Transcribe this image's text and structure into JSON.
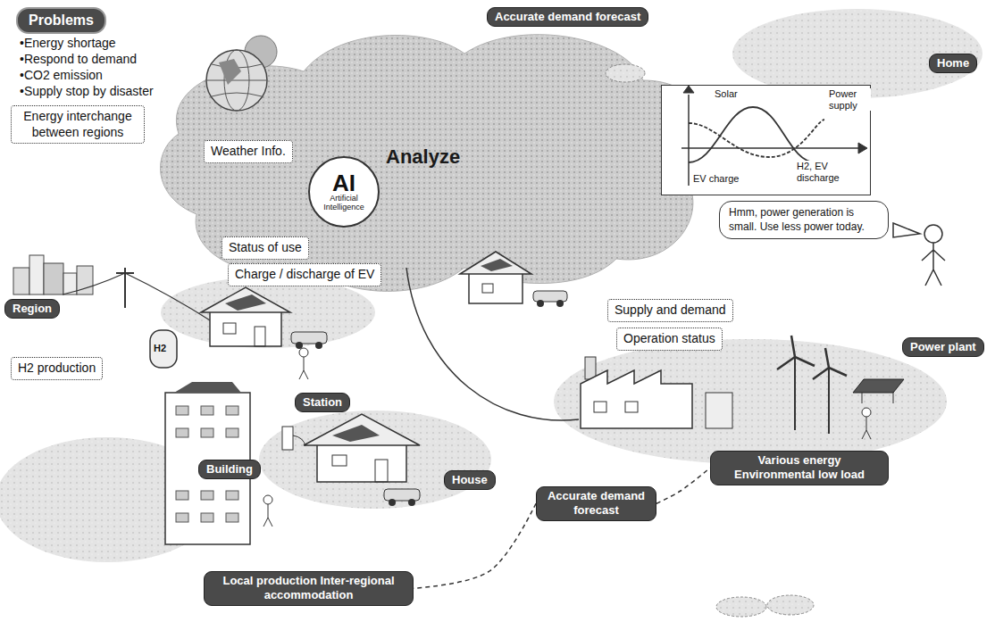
{
  "diagram": {
    "nodes": [
      {
        "text": [
          "Problems"
        ]
      },
      {
        "text": [
          "Weather Info."
        ]
      },
      {
        "text": [
          "Accurate demand forecast"
        ]
      },
      {
        "text": [
          "Home"
        ]
      },
      {
        "text": [
          "Solar",
          "Power supply",
          "EV charge",
          "H2, EV discharge"
        ]
      },
      {
        "text": [
          "AI",
          "Artificial Intelligence"
        ]
      },
      {
        "text": [
          "Energy interchange between regions"
        ]
      },
      {
        "text": [
          "Status of use"
        ]
      },
      {
        "text": [
          "Charge / discharge of EV"
        ]
      },
      {
        "text": [
          "Hmm, power generation is small. Use less power today."
        ]
      },
      {
        "text": [
          "Region"
        ]
      },
      {
        "text": [
          "H2 production"
        ]
      },
      {
        "text": [
          "Supply and demand"
        ]
      },
      {
        "text": [
          "Operation status"
        ]
      },
      {
        "text": [
          "Power plant"
        ]
      },
      {
        "text": [
          "Station"
        ]
      },
      {
        "text": [
          "Building"
        ]
      },
      {
        "text": [
          "House"
        ]
      },
      {
        "text": [
          "Accurate demand forecast"
        ]
      },
      {
        "text": [
          "Various energy Environmental low load"
        ]
      },
      {
        "text": [
          "Local production Inter-regional accommodation"
        ]
      }
    ],
    "edges": [
      {
        "from": 18,
        "to": 20,
        "arrow": "none"
      },
      {
        "from": 18,
        "to": 19,
        "arrow": "none"
      }
    ],
    "labels": [
      "•Energy shortage",
      "•Respond to demand",
      "•CO2 emission",
      "•Supply stop by disaster",
      "Analyze",
      "H2"
    ]
  }
}
